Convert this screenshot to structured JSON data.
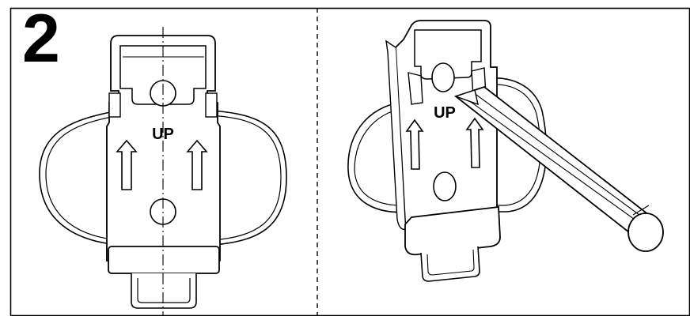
{
  "instruction": {
    "step_number": "2",
    "left_panel": {
      "marking": "UP"
    },
    "right_panel": {
      "marking": "UP"
    }
  }
}
